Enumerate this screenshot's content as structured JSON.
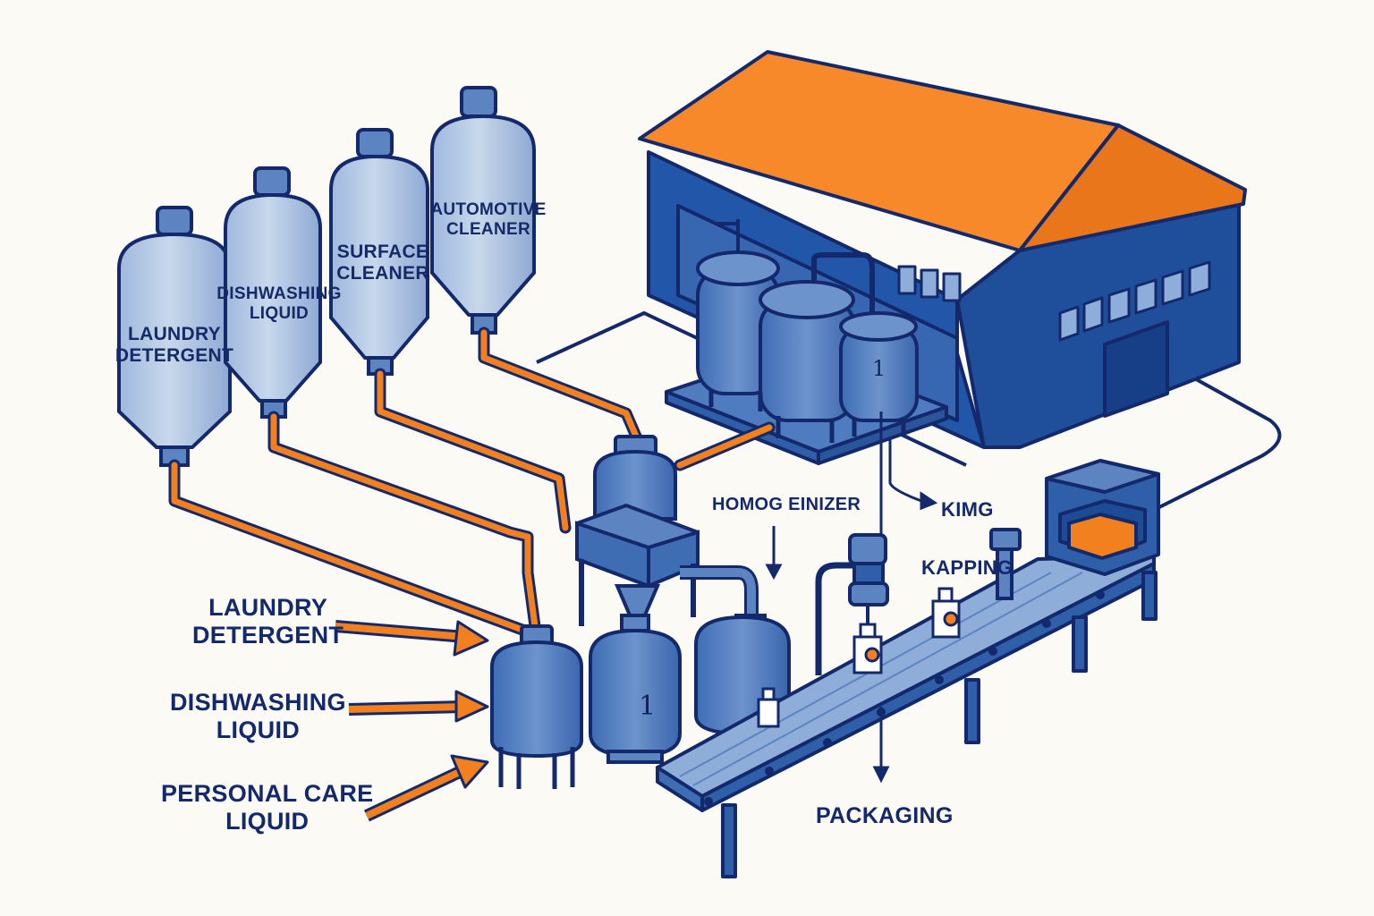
{
  "colors": {
    "navy": "#13296b",
    "blue": "#2f5fa8",
    "steel": "#5c84c0",
    "light_tank": "#b9cde6",
    "orange": "#f2801f",
    "roof_orange": "#f7892a",
    "building_blue": "#1f4e9b",
    "background": "#fbfaf5"
  },
  "storage_tanks": [
    {
      "line1": "LAUNDRY",
      "line2": "DETERGENT"
    },
    {
      "line1": "DISHWASHING",
      "line2": "LIQUID"
    },
    {
      "line1": "SURFACE",
      "line2": "CLEANER"
    },
    {
      "line1": "AUTOMOTIVE",
      "line2": "CLEANER"
    }
  ],
  "inputs": [
    {
      "line1": "LAUNDRY",
      "line2": "DETERGENT"
    },
    {
      "line1": "DISHWASHING",
      "line2": "LIQUID"
    },
    {
      "line1": "PERSONAL CARE",
      "line2": "LIQUID"
    }
  ],
  "process_labels": {
    "homogenizer": "HOMOG EINIZER",
    "kimg": "KIMG",
    "kapping": "KAPPING",
    "packaging": "PACKAGING"
  },
  "vessel_numbers": {
    "front_vessel": "1",
    "building_vessel": "1"
  }
}
